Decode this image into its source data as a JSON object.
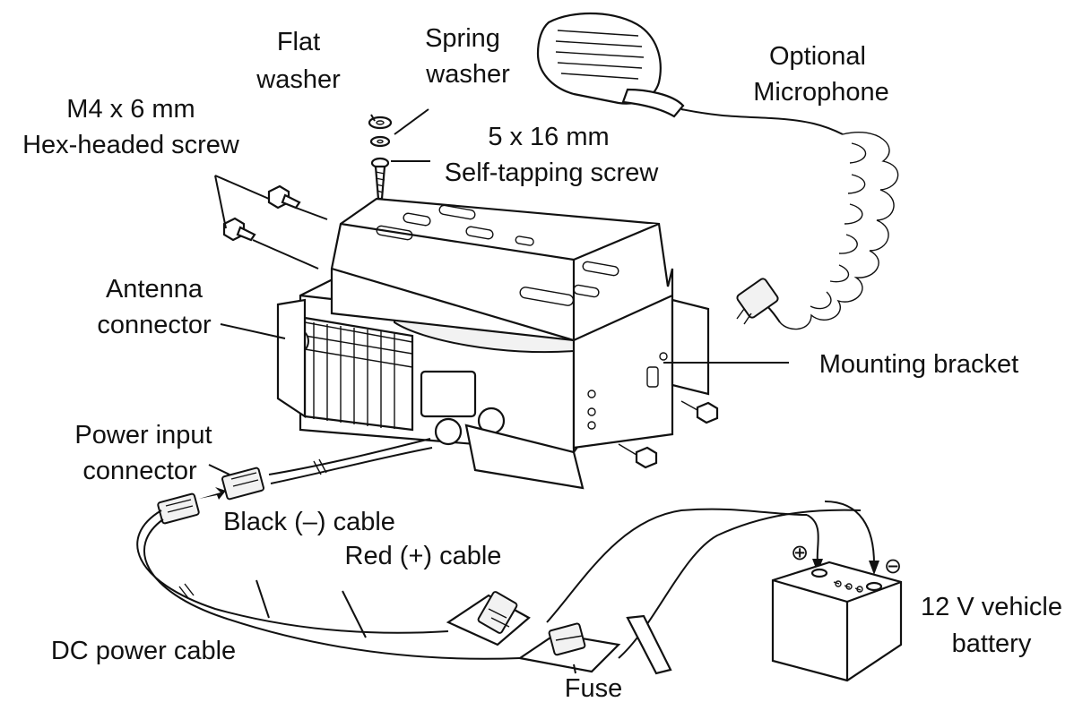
{
  "labels": {
    "flat_washer": [
      "Flat",
      "washer"
    ],
    "spring_washer": [
      "Spring",
      "washer"
    ],
    "hex_screw": [
      "M4 x 6 mm",
      "Hex-headed screw"
    ],
    "tapping_screw": [
      "5 x 16 mm",
      "Self-tapping screw"
    ],
    "microphone": [
      "Optional",
      "Microphone"
    ],
    "antenna": [
      "Antenna",
      "connector"
    ],
    "bracket": "Mounting bracket",
    "power_input": [
      "Power input",
      "connector"
    ],
    "black_cable": "Black (–) cable",
    "red_cable": "Red (+) cable",
    "dc_cable": "DC power cable",
    "fuse": "Fuse",
    "battery": [
      "12 V vehicle",
      "battery"
    ]
  },
  "symbols": {
    "plus": "⊕",
    "minus": "⊖"
  },
  "colors": {
    "line": "#111111",
    "background": "#ffffff"
  }
}
